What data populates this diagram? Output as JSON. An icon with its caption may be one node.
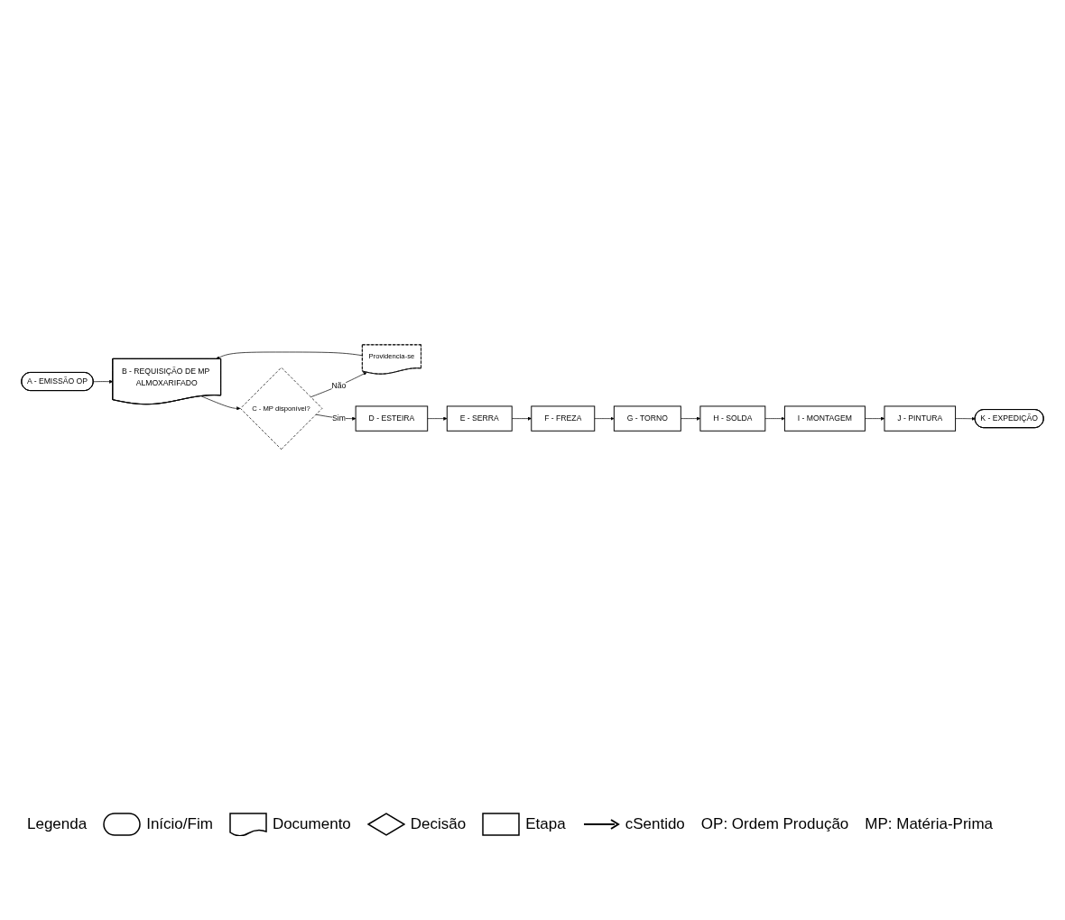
{
  "diagram": {
    "nodes": [
      {
        "text": [
          "A - EMISSÃO OP"
        ]
      },
      {
        "text": [
          "B - REQUISIÇÃO DE MP ALMOXARIFADO"
        ]
      },
      {
        "text": [
          "Providencia-se"
        ]
      },
      {
        "text": [
          "C - MP disponível?"
        ]
      },
      {
        "text": [
          "D - ESTEIRA"
        ]
      },
      {
        "text": [
          "E - SERRA"
        ]
      },
      {
        "text": [
          "F - FREZA"
        ]
      },
      {
        "text": [
          "G - TORNO"
        ]
      },
      {
        "text": [
          "H - SOLDA"
        ]
      },
      {
        "text": [
          "I - MONTAGEM"
        ]
      },
      {
        "text": [
          "J - PINTURA"
        ]
      },
      {
        "text": [
          "K - EXPEDIÇÃO"
        ]
      }
    ],
    "edges": [
      {
        "from": 0,
        "to": 1,
        "arrow": "to"
      },
      {
        "from": 1,
        "to": 3,
        "arrow": "to"
      },
      {
        "from": 3,
        "to": 2,
        "label": "Não",
        "arrow": "to"
      },
      {
        "from": 2,
        "to": 1,
        "arrow": "to"
      },
      {
        "from": 3,
        "to": 4,
        "label": "Sim",
        "arrow": "to"
      },
      {
        "from": 4,
        "to": 5,
        "arrow": "to"
      },
      {
        "from": 5,
        "to": 6,
        "arrow": "to"
      },
      {
        "from": 6,
        "to": 7,
        "arrow": "to"
      },
      {
        "from": 7,
        "to": 8,
        "arrow": "to"
      },
      {
        "from": 8,
        "to": 9,
        "arrow": "to"
      },
      {
        "from": 9,
        "to": 10,
        "arrow": "to"
      },
      {
        "from": 10,
        "to": 11,
        "arrow": "to"
      }
    ],
    "labels": [
      "Legenda",
      "OP: Ordem Produção",
      "MP: Matéria-Prima"
    ],
    "legend": [
      {
        "text": "Início/Fim"
      },
      {
        "text": "Documento"
      },
      {
        "text": "Decisão"
      },
      {
        "text": "Etapa"
      },
      {
        "text": "cSentido"
      }
    ]
  }
}
